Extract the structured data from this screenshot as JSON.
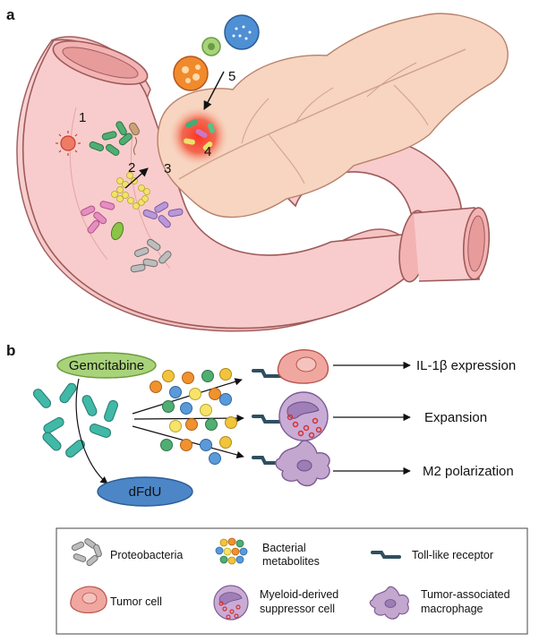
{
  "panels": {
    "a": "a",
    "b": "b"
  },
  "steps": [
    "1",
    "2",
    "3",
    "4",
    "5"
  ],
  "drugs": {
    "gemcitabine": "Gemcitabine",
    "metabolite": "dFdU"
  },
  "outcomes": [
    "IL-1β expression",
    "Expansion",
    "M2 polarization"
  ],
  "legend": {
    "proteobacteria": [
      "Proteobacteria"
    ],
    "metabolites": [
      "Bacterial",
      "metabolites"
    ],
    "tlr": [
      "Toll-like receptor"
    ],
    "tumor_cell": [
      "Tumor cell"
    ],
    "mdsc": [
      "Myeloid-derived",
      "suppressor cell"
    ],
    "tam": [
      "Tumor-associated",
      "macrophage"
    ]
  },
  "colors": {
    "gut": "#f7c9c9",
    "gut_outline": "#b56d6d",
    "pancreas": "#f6d2bd",
    "tumor": "#e8391f",
    "gemcitabine_fill": "#a8d37a",
    "dfdu_fill": "#4d86c6",
    "receptor": "#2f4f5f",
    "mdsc_fill": "#c9acd6",
    "tam_fill": "#c3a7cf",
    "tumor_cell_fill": "#f0a7a0"
  }
}
